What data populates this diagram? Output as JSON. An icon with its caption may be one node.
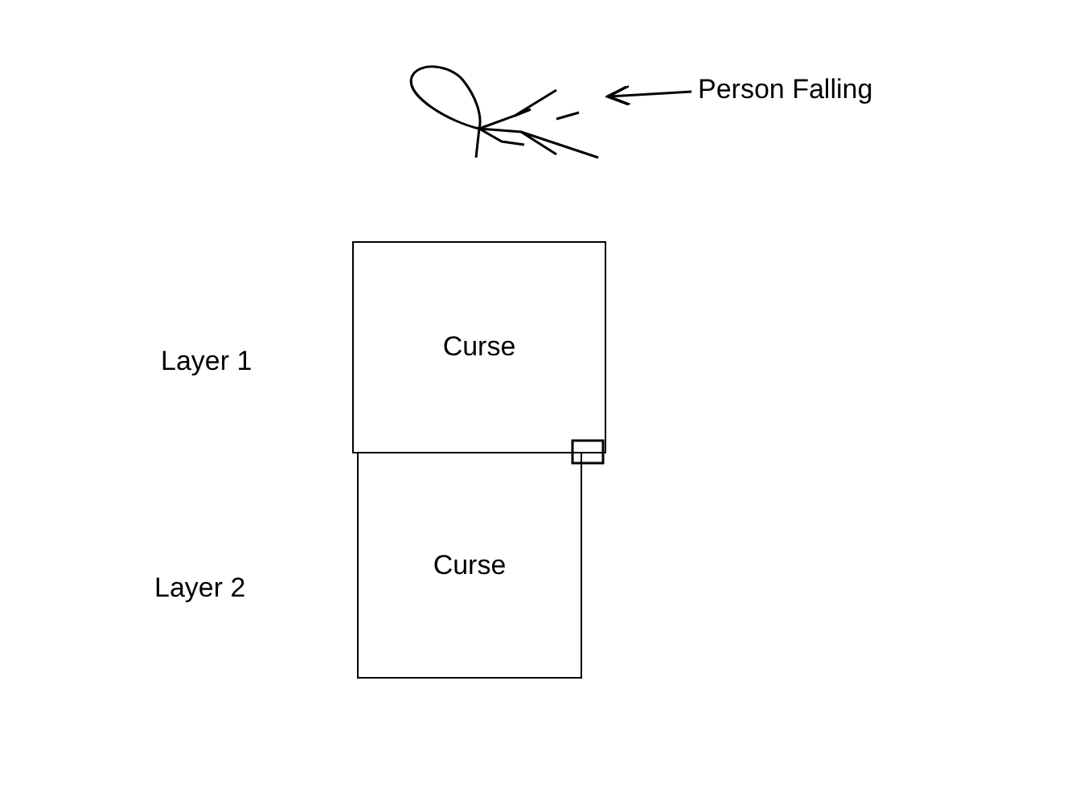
{
  "diagram": {
    "nodes": [
      {
        "text": [],
        "shape": "picture"
      },
      {
        "text": [
          "Person Falling"
        ]
      },
      {
        "text": [
          "Curse"
        ]
      },
      {
        "text": [
          "Curse"
        ]
      }
    ],
    "edges": [
      {
        "from": 1,
        "to": 0,
        "arrow": "to"
      }
    ],
    "labels": [
      "Layer 1",
      "Layer 2"
    ]
  }
}
